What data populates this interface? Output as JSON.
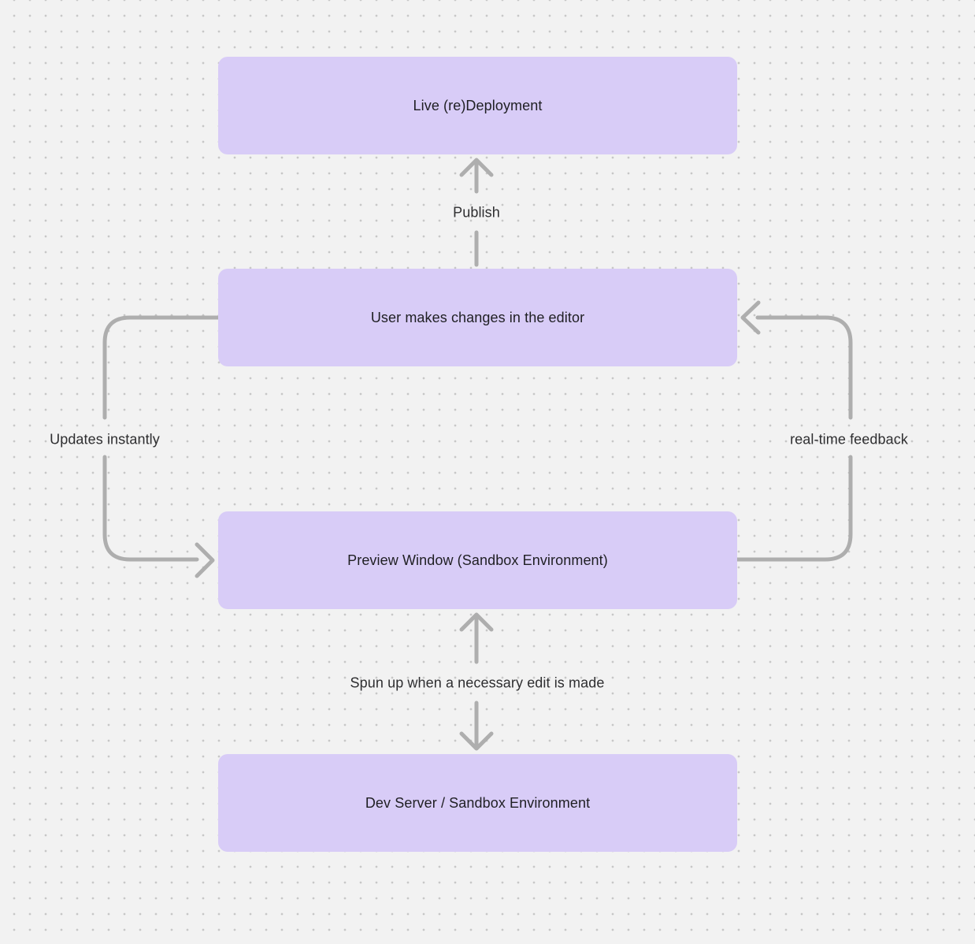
{
  "canvas": {
    "background_color": "#f2f2f2",
    "dot_color": "#c7c7c7"
  },
  "style": {
    "node_fill": "#d8ccf7",
    "node_text_color": "#1f1f23",
    "connector_color": "#aeaeae",
    "label_text_color": "#2e2e30"
  },
  "nodes": [
    {
      "id": "live-redeployment",
      "label": "Live (re)Deployment"
    },
    {
      "id": "user-editor",
      "label": "User makes changes in the editor"
    },
    {
      "id": "preview-window",
      "label": "Preview Window (Sandbox Environment)"
    },
    {
      "id": "dev-server",
      "label": "Dev Server / Sandbox Environment"
    }
  ],
  "edges": [
    {
      "id": "publish",
      "label": "Publish",
      "from": "user-editor",
      "to": "live-redeployment",
      "arrow": "up"
    },
    {
      "id": "updates-instantly",
      "label": "Updates instantly",
      "from": "user-editor",
      "to": "preview-window",
      "arrow": "into-preview-window"
    },
    {
      "id": "real-time-feedback",
      "label": "real-time feedback",
      "from": "preview-window",
      "to": "user-editor",
      "arrow": "into-user-editor"
    },
    {
      "id": "spun-up",
      "label": "Spun up when a necessary edit is made",
      "from": "preview-window",
      "to": "dev-server",
      "arrow": "both"
    }
  ]
}
